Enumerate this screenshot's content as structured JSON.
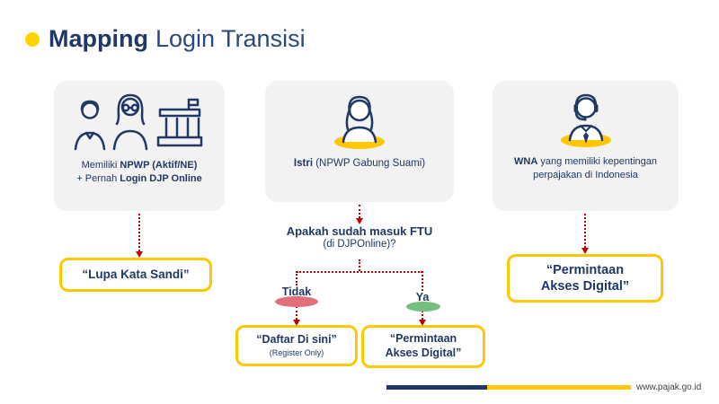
{
  "colors": {
    "navy": "#1F3864",
    "yellow": "#FFC700",
    "arrow_red": "#C00000",
    "highlight_pink": "#E2707A",
    "highlight_green": "#74BE80",
    "card_bg": "#F2F2F3"
  },
  "header": {
    "title_bold": "Mapping",
    "title_light": "Login Transisi"
  },
  "cards": {
    "taxpayer": {
      "line1_regular": "Memiliki ",
      "line1_bold": "NPWP (Aktif/NE)",
      "line2_regular": "+ Pernah ",
      "line2_bold": "Login DJP Online"
    },
    "istri": {
      "bold": "Istri",
      "regular": " (NPWP Gabung Suami)"
    },
    "wna": {
      "bold": "WNA",
      "regular": " yang memiliki kepentingan perpajakan di Indonesia"
    }
  },
  "question": {
    "line1": "Apakah sudah masuk FTU",
    "line2": "(di DJPOnline)?"
  },
  "branches": {
    "no": "Tidak",
    "yes": "Ya"
  },
  "boxes": {
    "lupa": "“Lupa Kata Sandi”",
    "daftar_title": "“Daftar Di sini”",
    "daftar_sub": "(Register Only)",
    "permintaan_line1": "“Permintaan",
    "permintaan_line2": "Akses Digital”"
  },
  "footer": {
    "url": "www.pajak.go.id"
  }
}
